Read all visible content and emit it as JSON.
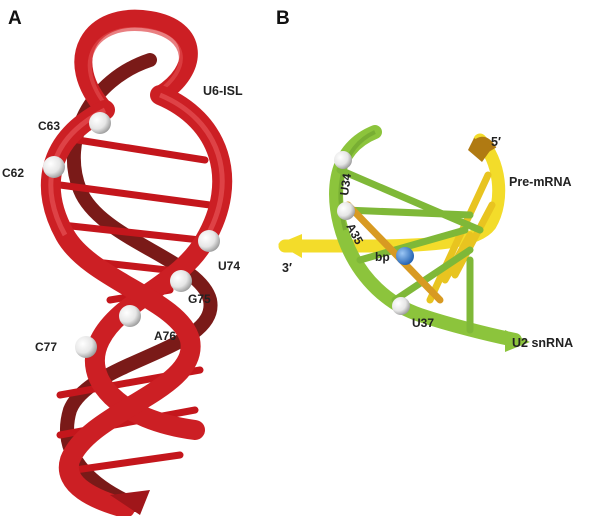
{
  "panels": [
    {
      "label": "A",
      "molecule": "U6-ISL",
      "residues": [
        "C63",
        "C62",
        "U74",
        "G75",
        "A76",
        "C77"
      ]
    },
    {
      "label": "B",
      "strands": [
        "Pre-mRNA",
        "U2 snRNA"
      ],
      "ends": [
        "5′",
        "3′"
      ],
      "residues": [
        "U34",
        "A35",
        "U37"
      ],
      "bp_label": "bp"
    }
  ],
  "colors": {
    "u6_ribbon": "#cc1f24",
    "u6_ribbon_dark": "#7a1a18",
    "u2_strand": "#8cc43c",
    "u2_strand_dark": "#5f8f2a",
    "premrna_strand": "#f3dc2a",
    "premrna_dark": "#b07a12",
    "atom_sphere": "#eeeeee",
    "bp_sphere": "#3a7fd0"
  }
}
